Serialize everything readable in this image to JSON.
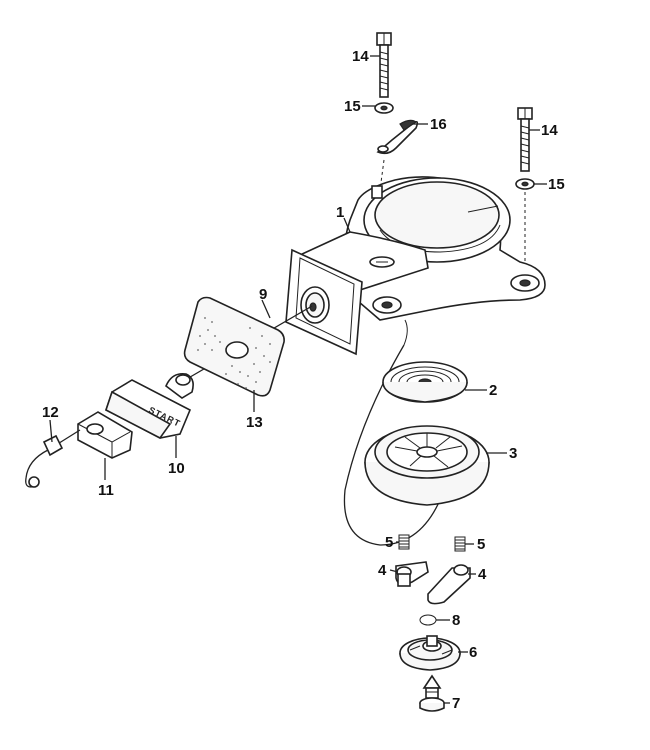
{
  "diagram": {
    "type": "exploded-parts-diagram",
    "subject": "recoil starter assembly",
    "handle_stamp": "START",
    "callouts": [
      {
        "id": "c1",
        "label": "1"
      },
      {
        "id": "c2",
        "label": "2"
      },
      {
        "id": "c3",
        "label": "3"
      },
      {
        "id": "c4a",
        "label": "4"
      },
      {
        "id": "c4b",
        "label": "4"
      },
      {
        "id": "c5a",
        "label": "5"
      },
      {
        "id": "c5b",
        "label": "5"
      },
      {
        "id": "c6",
        "label": "6"
      },
      {
        "id": "c7",
        "label": "7"
      },
      {
        "id": "c8",
        "label": "8"
      },
      {
        "id": "c9",
        "label": "9"
      },
      {
        "id": "c10",
        "label": "10"
      },
      {
        "id": "c11",
        "label": "11"
      },
      {
        "id": "c12",
        "label": "12"
      },
      {
        "id": "c13",
        "label": "13"
      },
      {
        "id": "c14a",
        "label": "14"
      },
      {
        "id": "c14b",
        "label": "14"
      },
      {
        "id": "c15a",
        "label": "15"
      },
      {
        "id": "c15b",
        "label": "15"
      },
      {
        "id": "c16",
        "label": "16"
      }
    ]
  }
}
